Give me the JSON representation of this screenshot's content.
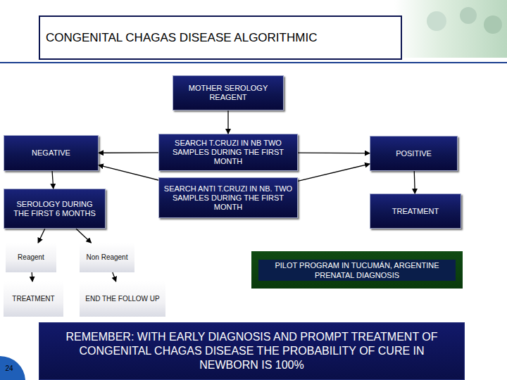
{
  "diagram": {
    "title": "CONGENITAL CHAGAS DISEASE ALGORITHMIC",
    "nodes": [
      {
        "text": [
          "MOTHER SEROLOGY REAGENT"
        ]
      },
      {
        "text": [
          "NEGATIVE"
        ]
      },
      {
        "text": [
          "SEARCH T.CRUZI IN NB TWO SAMPLES DURING THE FIRST MONTH"
        ]
      },
      {
        "text": [
          "POSITIVE"
        ]
      },
      {
        "text": [
          "SEROLOGY DURING THE FIRST 6 MONTHS"
        ]
      },
      {
        "text": [
          "SEARCH ANTI T.CRUZI IN NB. TWO SAMPLES DURING THE FIRST MONTH"
        ]
      },
      {
        "text": [
          "TREATMENT"
        ]
      },
      {
        "text": [
          "Reagent"
        ]
      },
      {
        "text": [
          "Non Reagent"
        ]
      },
      {
        "text": [
          "PILOT PROGRAM IN TUCUMÁN, ARGENTINE PRENATAL DIAGNOSIS"
        ]
      },
      {
        "text": [
          "TREATMENT"
        ]
      },
      {
        "text": [
          "END THE FOLLOW UP"
        ]
      },
      {
        "text": [
          "REMEMBER: WITH EARLY DIAGNOSIS AND PROMPT TREATMENT OF CONGENITAL CHAGAS DISEASE THE PROBABILITY OF CURE IN NEWBORN IS 100%"
        ]
      }
    ],
    "edges": [
      {
        "from": 0,
        "to": 2,
        "arrow": "to"
      },
      {
        "from": 2,
        "to": 1,
        "arrow": "to"
      },
      {
        "from": 2,
        "to": 3,
        "arrow": "to"
      },
      {
        "from": 5,
        "to": 1,
        "arrow": "to"
      },
      {
        "from": 5,
        "to": 3,
        "arrow": "to"
      },
      {
        "from": 1,
        "to": 4,
        "arrow": "to"
      },
      {
        "from": 3,
        "to": 6,
        "arrow": "to"
      },
      {
        "from": 4,
        "to": 7,
        "arrow": "to"
      },
      {
        "from": 4,
        "to": 8,
        "arrow": "to"
      },
      {
        "from": 7,
        "to": 10,
        "arrow": "to"
      },
      {
        "from": 8,
        "to": 11,
        "arrow": "to"
      }
    ],
    "labels": [
      "24"
    ]
  }
}
